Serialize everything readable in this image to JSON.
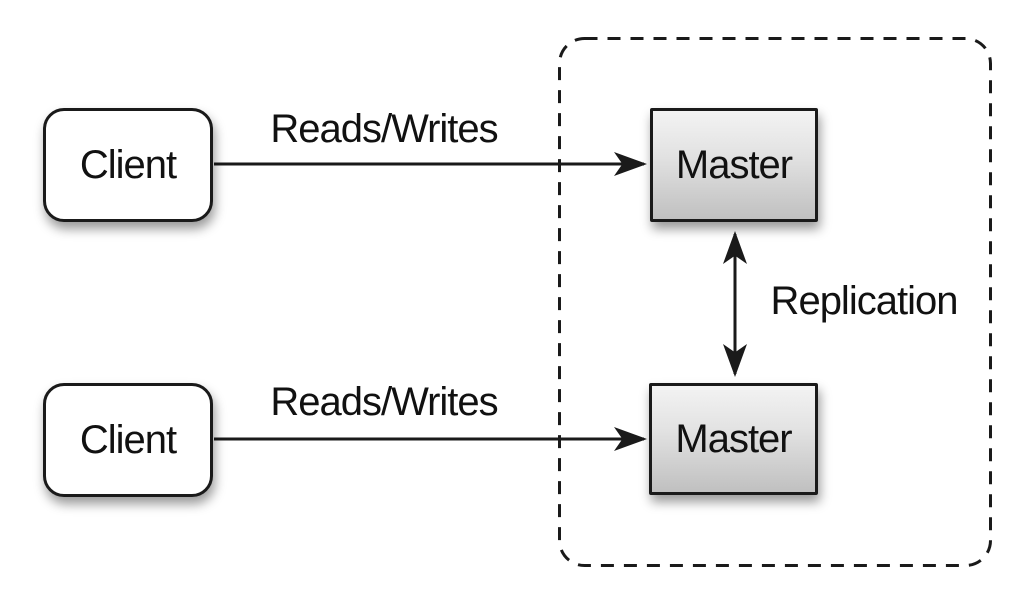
{
  "diagram": {
    "nodes": {
      "client_top": {
        "label": "Client"
      },
      "client_bottom": {
        "label": "Client"
      },
      "master_top": {
        "label": "Master"
      },
      "master_bottom": {
        "label": "Master"
      }
    },
    "edges": {
      "reads_writes_top": {
        "label": "Reads/Writes"
      },
      "reads_writes_bottom": {
        "label": "Reads/Writes"
      },
      "replication": {
        "label": "Replication"
      }
    },
    "colors": {
      "background": "#ffffff",
      "stroke": "#1a1a1a",
      "text": "#111111",
      "client_fill": "#ffffff",
      "master_fill_top": "#f3f3f3",
      "master_fill_mid": "#e2e2e2",
      "master_fill_bottom": "#c0c0c0"
    }
  }
}
